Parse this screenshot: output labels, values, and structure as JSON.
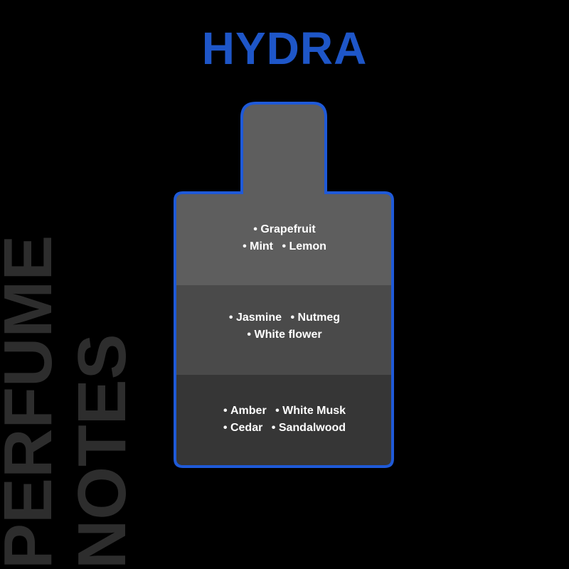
{
  "title": "HYDRA",
  "side_label": {
    "line1": "PERFUME",
    "line2": "NOTES"
  },
  "colors": {
    "title": "#1e56c8",
    "outline": "#1f5ad8",
    "top_tier": "#5e5e5e",
    "middle_tier": "#4a4a4a",
    "base_tier": "#363636",
    "side_label": "#2d2d2d"
  },
  "tiers": {
    "top": {
      "rows": [
        [
          "Grapefruit"
        ],
        [
          "Mint",
          "Lemon"
        ]
      ]
    },
    "middle": {
      "rows": [
        [
          "Jasmine",
          "Nutmeg"
        ],
        [
          "White flower"
        ]
      ]
    },
    "base": {
      "rows": [
        [
          "Amber",
          "White Musk"
        ],
        [
          "Cedar",
          "Sandalwood"
        ]
      ]
    }
  }
}
